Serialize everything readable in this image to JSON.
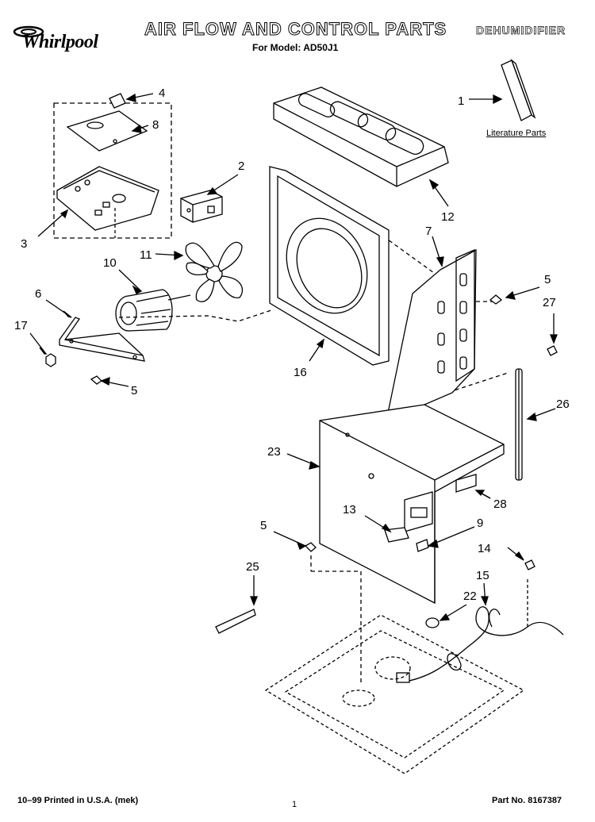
{
  "header": {
    "brand": "Whirlpool",
    "title": "AIR FLOW AND CONTROL PARTS",
    "category": "DEHUMIDIFIER",
    "model_line": "For Model: AD50J1"
  },
  "literature_label": "Literature Parts",
  "callouts": [
    "1",
    "2",
    "3",
    "4",
    "5",
    "5",
    "5",
    "6",
    "7",
    "8",
    "9",
    "10",
    "11",
    "12",
    "13",
    "14",
    "15",
    "16",
    "17",
    "22",
    "23",
    "25",
    "26",
    "27",
    "28"
  ],
  "footer": {
    "printed": "10–99 Printed in U.S.A. (mek)",
    "page": "1",
    "part_no": "Part No. 8167387"
  }
}
